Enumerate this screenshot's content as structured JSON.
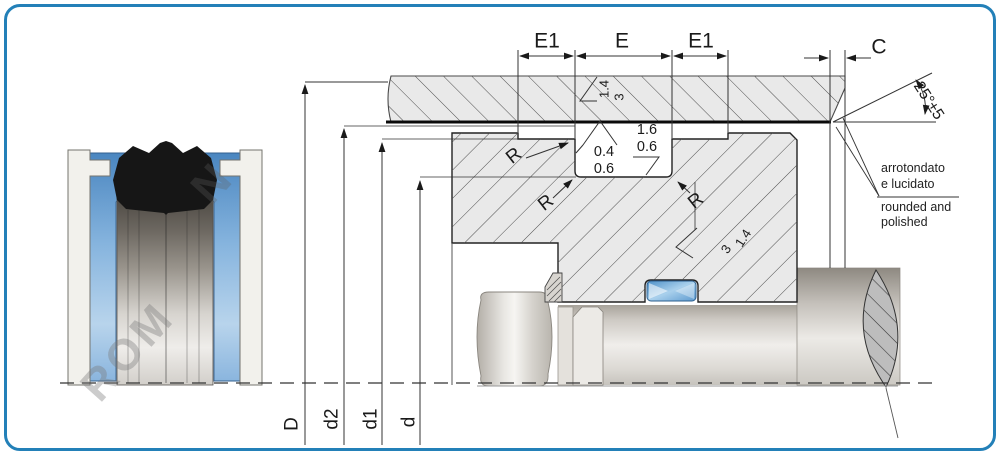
{
  "watermark": {
    "main": "ROM",
    "fragment": "N"
  },
  "drawing": {
    "dim_e1_left": "E1",
    "dim_e": "E",
    "dim_e1_right": "E1",
    "dim_c": "C",
    "angle": "25°±5",
    "note_it_1": "arrotondato",
    "note_it_2": "e lucidato",
    "note_en_1": "rounded and",
    "note_en_2": "polished",
    "rough_bore_1": "1.4",
    "rough_bore_2": "3",
    "rough_groove_top_1": "1.6",
    "rough_groove_top_2": "0.6",
    "rough_groove_in_1": "0.4",
    "rough_groove_in_2": "0.6",
    "rough_body_1": "3",
    "rough_body_2": "1.4",
    "radius_1": "R",
    "radius_2": "R",
    "radius_3": "R",
    "dia_D": "D",
    "dia_d2": "d2",
    "dia_d1": "d1",
    "dia_d": "d"
  },
  "colors": {
    "frame_border": "#2380b8",
    "seal_blue": "#6ba3d6",
    "seal_black": "#161616",
    "hatch_fill": "#e9e9e9",
    "installed_seal_blue": "#7db8e0"
  }
}
